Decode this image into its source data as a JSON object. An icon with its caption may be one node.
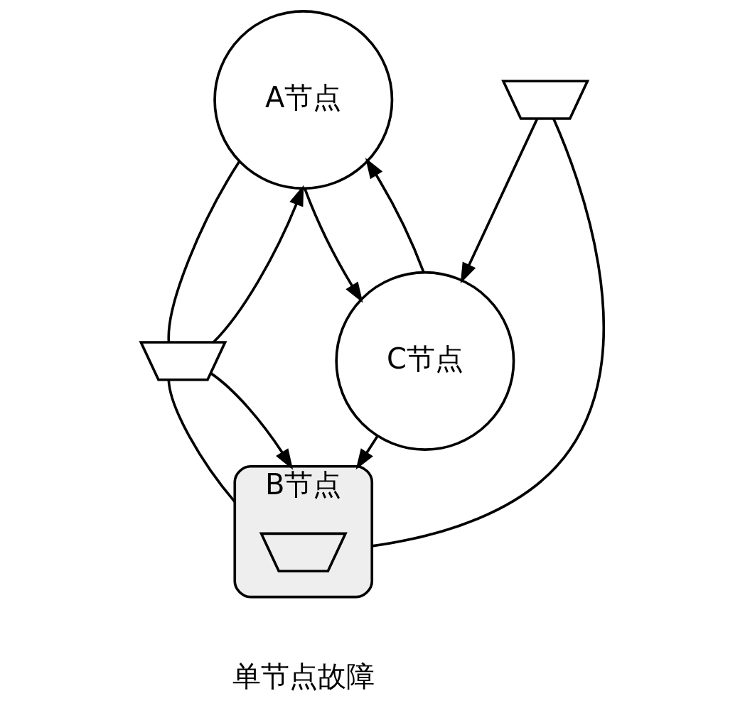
{
  "diagram": {
    "nodes": [
      {
        "text": [
          "A节点"
        ]
      },
      {
        "text": [],
        "shape": "trapezoid"
      },
      {
        "text": [
          "B节点"
        ],
        "beside": [
          "单节点故障"
        ]
      },
      {
        "text": [],
        "shape": "trapezoid",
        "in": 2
      },
      {
        "text": [],
        "shape": "trapezoid"
      },
      {
        "text": [
          "C节点"
        ]
      }
    ],
    "edges": [
      {
        "from": 2,
        "to": 1,
        "arrow": "none"
      },
      {
        "from": 1,
        "to": 0,
        "arrow": "to"
      },
      {
        "from": 0,
        "to": 1,
        "arrow": "none"
      },
      {
        "from": 1,
        "to": 2,
        "arrow": "to"
      },
      {
        "from": 0,
        "to": 5,
        "arrow": "to"
      },
      {
        "from": 5,
        "to": 0,
        "arrow": "to"
      },
      {
        "from": 2,
        "to": 4,
        "arrow": "none"
      },
      {
        "from": 4,
        "to": 5,
        "arrow": "to"
      },
      {
        "from": 5,
        "to": 2,
        "arrow": "to"
      }
    ]
  }
}
